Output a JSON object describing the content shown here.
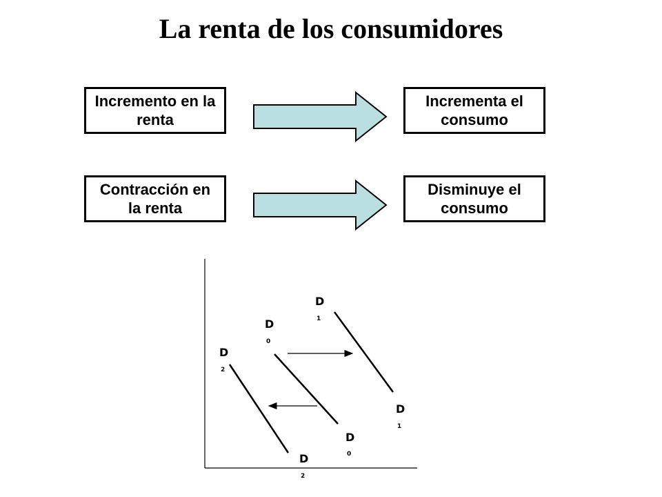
{
  "title": "La renta de los consumidores",
  "rows": [
    {
      "cause": "Incremento en la renta",
      "effect": "Incrementa el consumo"
    },
    {
      "cause": "Contracción en la renta",
      "effect": "Disminuye el consumo"
    }
  ],
  "colors": {
    "arrow_fill": "#b9dfe0",
    "stroke": "#000000"
  },
  "graph": {
    "curves": [
      {
        "name": "D0",
        "letter": "D",
        "subscript": "0"
      },
      {
        "name": "D1",
        "letter": "D",
        "subscript": "1"
      },
      {
        "name": "D2",
        "letter": "D",
        "subscript": "2"
      }
    ]
  }
}
